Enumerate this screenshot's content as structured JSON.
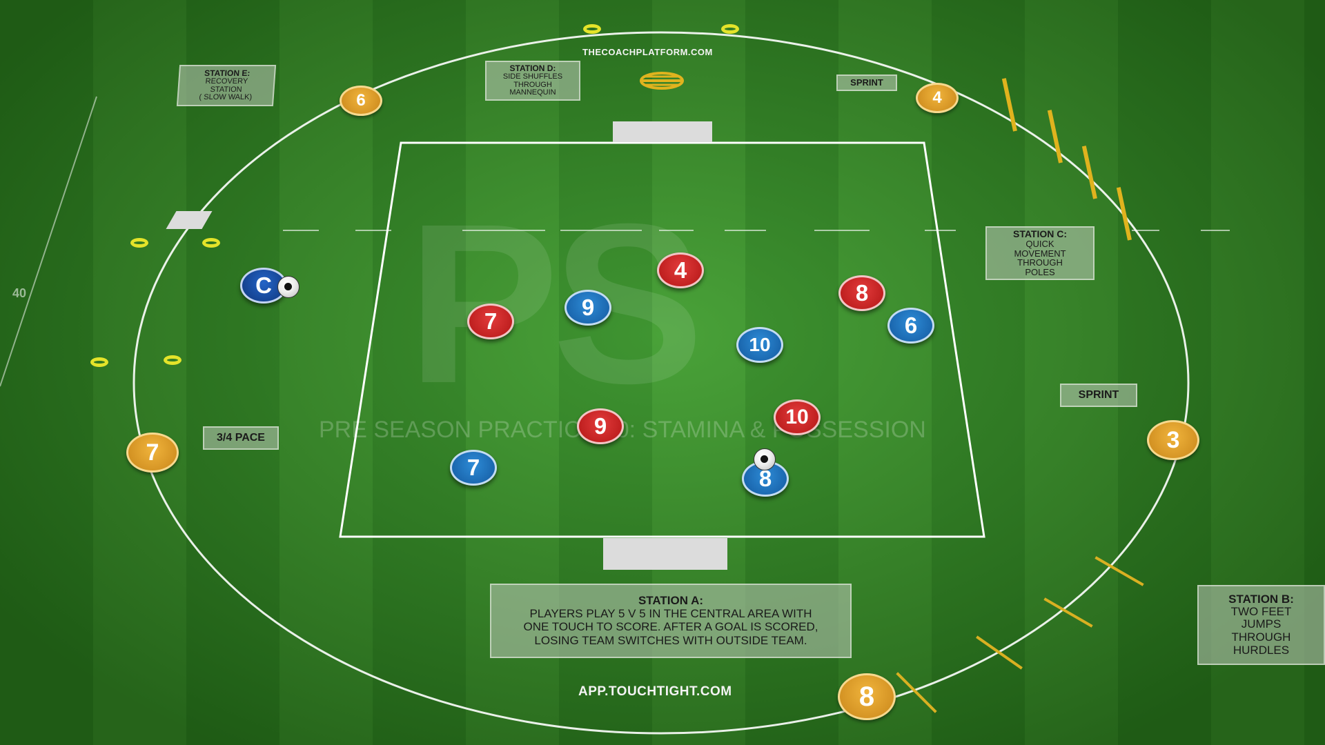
{
  "watermark": {
    "logo": "PS",
    "title": "PRE SEASON PRACTICE 10: STAMINA & POSSESSION"
  },
  "sites": {
    "top": "THECOACHPLATFORM.COM",
    "bottom": "APP.TOUCHTIGHT.COM"
  },
  "distance_marker": "40",
  "stations": {
    "a": {
      "title": "STATION A:",
      "lines": [
        "PLAYERS PLAY 5 V 5 IN THE CENTRAL AREA WITH",
        "ONE TOUCH TO SCORE. AFTER A GOAL IS SCORED,",
        "LOSING TEAM SWITCHES WITH OUTSIDE TEAM."
      ]
    },
    "b": {
      "title": "STATION B:",
      "lines": [
        "TWO FEET",
        "JUMPS",
        "THROUGH",
        "HURDLES"
      ]
    },
    "c": {
      "title": "STATION C:",
      "lines": [
        "QUICK",
        "MOVEMENT",
        "THROUGH",
        "POLES"
      ]
    },
    "d": {
      "title": "STATION D:",
      "lines": [
        "SIDE SHUFFLES",
        "THROUGH",
        "MANNEQUIN"
      ]
    },
    "e": {
      "title": "STATION E:",
      "lines": [
        "RECOVERY",
        "STATION",
        "( SLOW WALK)"
      ]
    }
  },
  "pace_labels": {
    "sprint_top": "SPRINT",
    "sprint_right": "SPRINT",
    "three_quarter": "3/4 PACE"
  },
  "circuit_numbers": {
    "n3": "3",
    "n4": "4",
    "n6": "6",
    "n7": "7",
    "n8": "8"
  },
  "red_team": {
    "p4": "4",
    "p7": "7",
    "p8": "8",
    "p9": "9",
    "p10": "10"
  },
  "blue_team": {
    "p6": "6",
    "p7": "7",
    "p8": "8",
    "p9": "9",
    "p10": "10"
  },
  "coach": "C",
  "colors": {
    "red_team": "#c81e1e",
    "blue_team": "#1f6fb8",
    "station_marker": "#e1a02c",
    "cone": "#e4e32a",
    "pitch": "#2f8c20"
  }
}
